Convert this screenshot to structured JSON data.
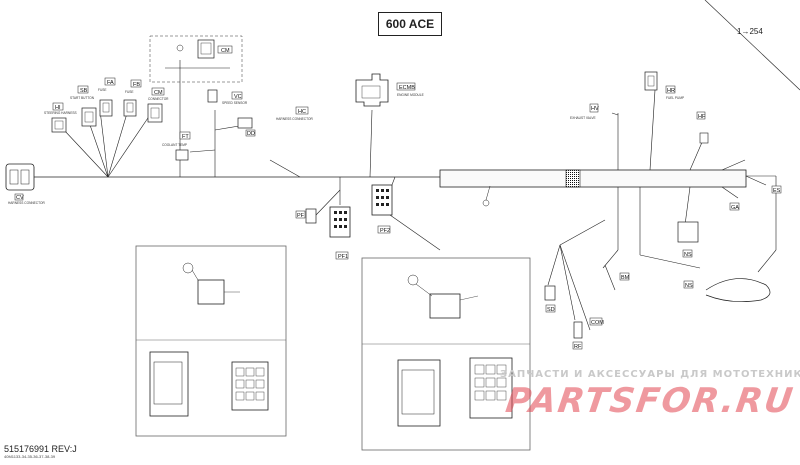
{
  "title": "600 ACE",
  "page_ref": "1→254",
  "part_number": "515176991 REV:J",
  "sub_ref": "40M1133-34-35-36-37-38-39",
  "watermark": {
    "line1": "ЗАПЧАСТИ И АКСЕССУАРЫ ДЛЯ МОТОТЕХНИКИ",
    "line2": "PARTSFOR.RU"
  },
  "connectors": {
    "cv": "CV",
    "hi": "HI",
    "sb": "SB",
    "fa": "FA",
    "fb": "FB",
    "cm_left": "CM",
    "cm_top": "CM",
    "vc": "VC",
    "hc": "HC",
    "dd": "DD",
    "ft": "FT",
    "ecmb": "ECMB",
    "pf": "PF",
    "pf1": "PF1",
    "pf2": "PF2",
    "hv": "HV",
    "hr": "HR",
    "hf": "HF",
    "ns": "NS",
    "ga": "GA",
    "ns2": "NS",
    "es": "ES",
    "bm": "BM",
    "sd": "SD",
    "com": "COM",
    "rf": "RF"
  },
  "colors": {
    "line": "#222222",
    "shield": "#777777",
    "frame": "#666666"
  }
}
